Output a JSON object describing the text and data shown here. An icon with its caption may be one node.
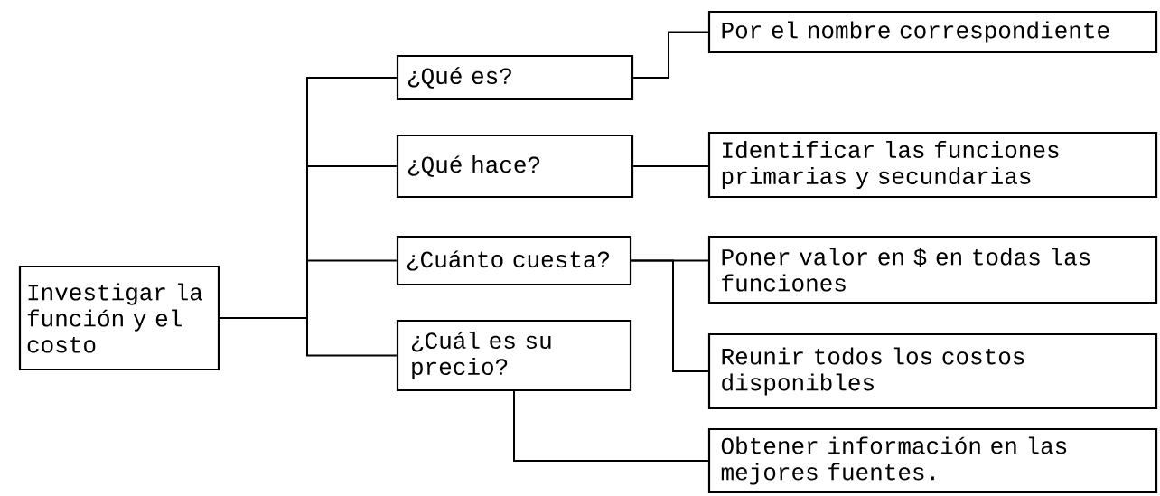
{
  "diagram": {
    "nodes": [
      {
        "text": [
          "Investigar la función y el costo"
        ]
      },
      {
        "text": [
          "¿Qué es?"
        ]
      },
      {
        "text": [
          "¿Qué hace?"
        ]
      },
      {
        "text": [
          "¿Cuánto cuesta?"
        ]
      },
      {
        "text": [
          "¿Cuál es su precio?"
        ]
      },
      {
        "text": [
          "Por el nombre correspondiente"
        ]
      },
      {
        "text": [
          "Identificar las funciones primarias y secundarias"
        ]
      },
      {
        "text": [
          "Poner valor en $ en todas las funciones"
        ]
      },
      {
        "text": [
          "Reunir todos los costos disponibles"
        ]
      },
      {
        "text": [
          "Obtener información en las mejores fuentes."
        ]
      }
    ],
    "edges": [
      {
        "from": 0,
        "to": 1,
        "arrow": "none"
      },
      {
        "from": 0,
        "to": 2,
        "arrow": "none"
      },
      {
        "from": 0,
        "to": 3,
        "arrow": "none"
      },
      {
        "from": 0,
        "to": 4,
        "arrow": "none"
      },
      {
        "from": 1,
        "to": 5,
        "arrow": "none"
      },
      {
        "from": 2,
        "to": 6,
        "arrow": "none"
      },
      {
        "from": 3,
        "to": 7,
        "arrow": "none"
      },
      {
        "from": 3,
        "to": 8,
        "arrow": "none"
      },
      {
        "from": 4,
        "to": 9,
        "arrow": "none"
      }
    ]
  }
}
